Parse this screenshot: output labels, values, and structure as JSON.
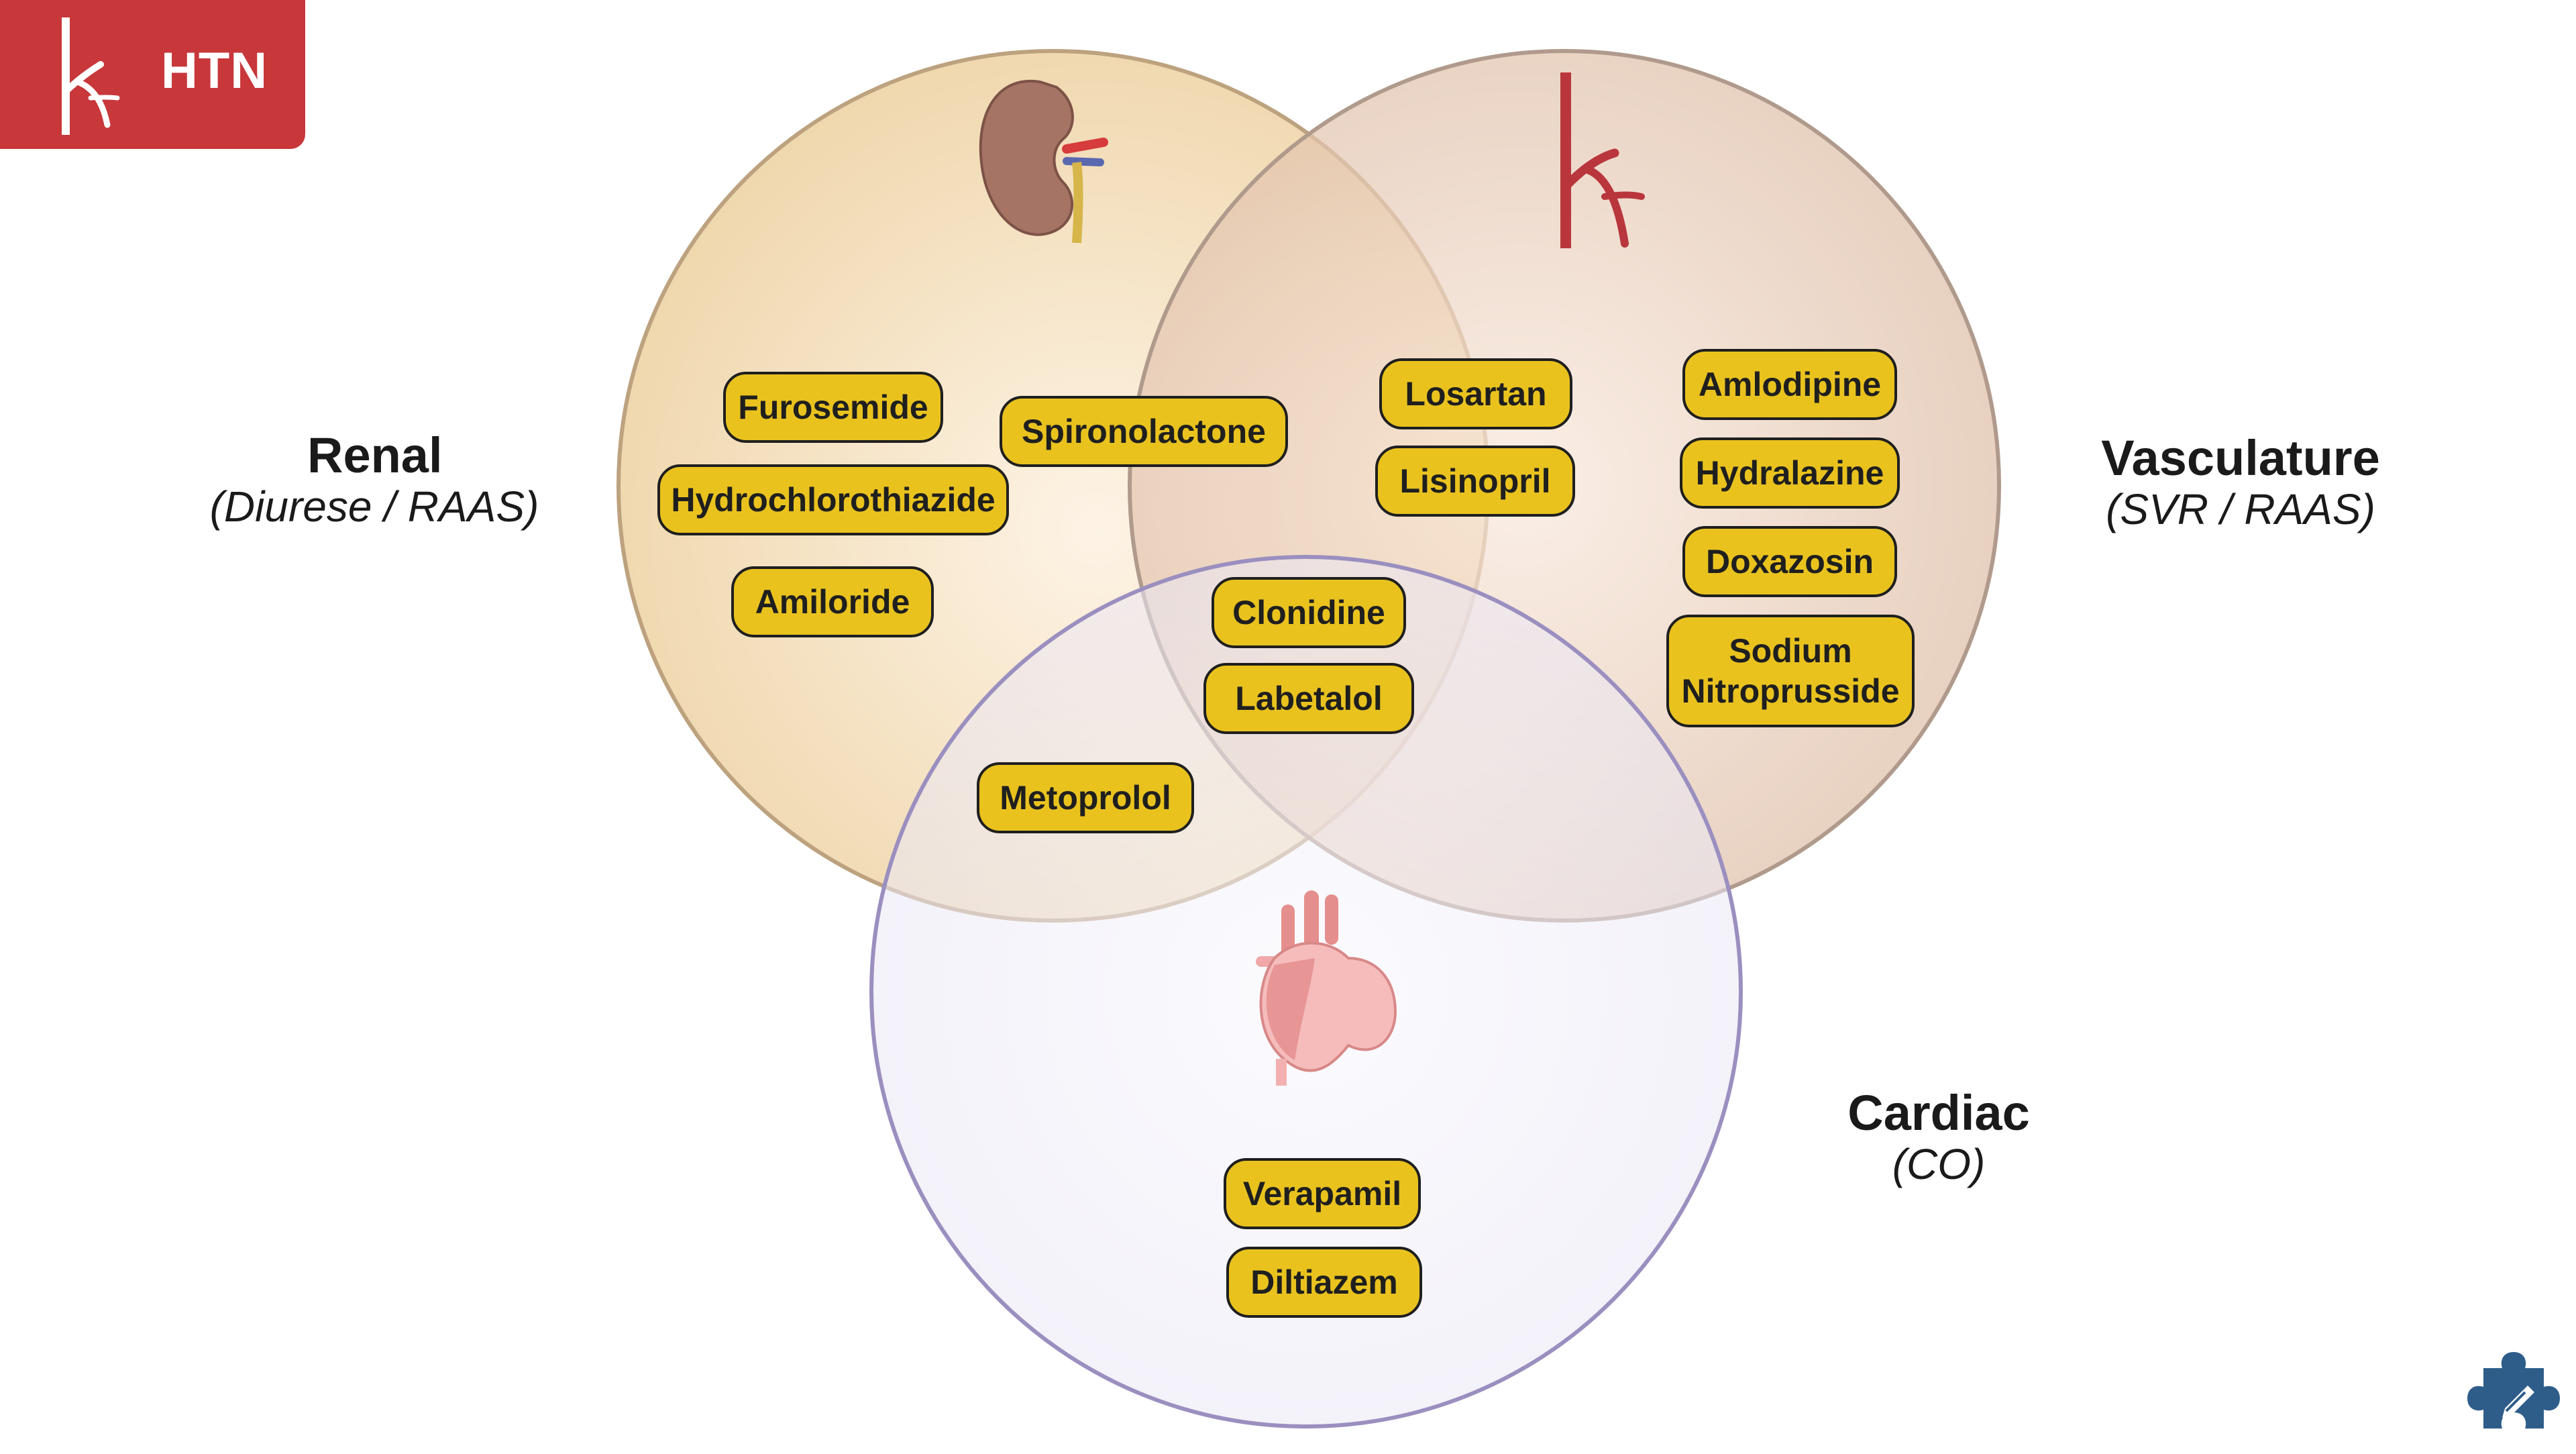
{
  "badge": {
    "label": "HTN",
    "color": "#c8373a",
    "icon": "blood-vessel-icon"
  },
  "regions": {
    "renal": {
      "title": "Renal",
      "subtitle": "(Diurese / RAAS)",
      "icon": "kidney-icon"
    },
    "vasculature": {
      "title": "Vasculature",
      "subtitle": "(SVR / RAAS)",
      "icon": "artery-icon"
    },
    "cardiac": {
      "title": "Cardiac",
      "subtitle": "(CO)",
      "icon": "heart-icon"
    }
  },
  "drugs": {
    "furosemide": "Furosemide",
    "hydrochlorothiazide": "Hydrochlorothiazide",
    "amiloride": "Amiloride",
    "spironolactone": "Spironolactone",
    "losartan": "Losartan",
    "lisinopril": "Lisinopril",
    "amlodipine": "Amlodipine",
    "hydralazine": "Hydralazine",
    "doxazosin": "Doxazosin",
    "sodium_nitroprusside": "Sodium\nNitroprusside",
    "clonidine": "Clonidine",
    "labetalol": "Labetalol",
    "metoprolol": "Metoprolol",
    "verapamil": "Verapamil",
    "diltiazem": "Diltiazem"
  },
  "colors": {
    "renal_fill": "#f1d9ad",
    "vasculature_fill": "#e6c9b5",
    "cardiac_fill": "#ece9f6",
    "pill": "#e9c21e",
    "logo": "#2e5d8a"
  },
  "logo": {
    "icon": "puzzle-piece-icon"
  }
}
